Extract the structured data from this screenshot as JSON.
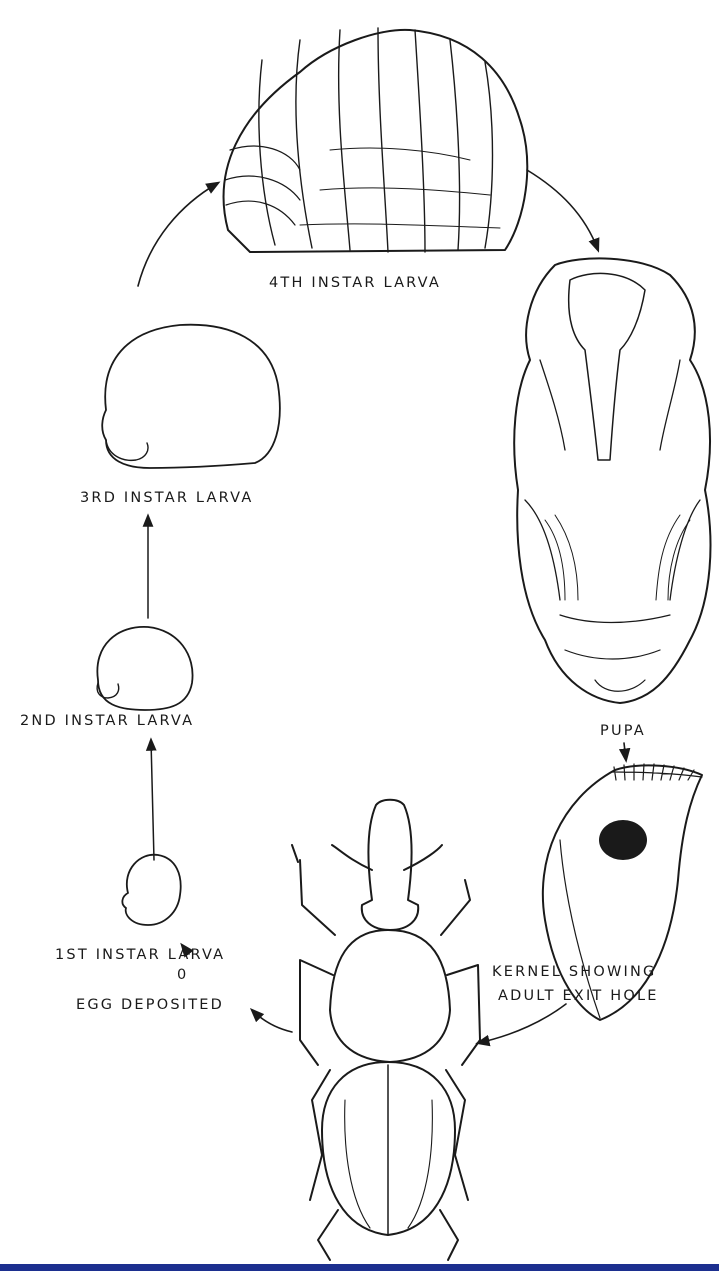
{
  "labels": {
    "fourth_instar": "4TH INSTAR LARVA",
    "pupa": "PUPA",
    "third_instar": "3RD INSTAR LARVA",
    "second_instar": "2ND INSTAR LARVA",
    "first_instar": "1ST INSTAR LARVA",
    "egg_mark": "0",
    "egg": "EGG DEPOSITED",
    "kernel_line1": "KERNEL SHOWING",
    "kernel_line2": "ADULT EXIT HOLE"
  },
  "colors": {
    "ink": "#1a1a1a",
    "background": "#ffffff",
    "bottom_bar": "#1c2f8f"
  }
}
